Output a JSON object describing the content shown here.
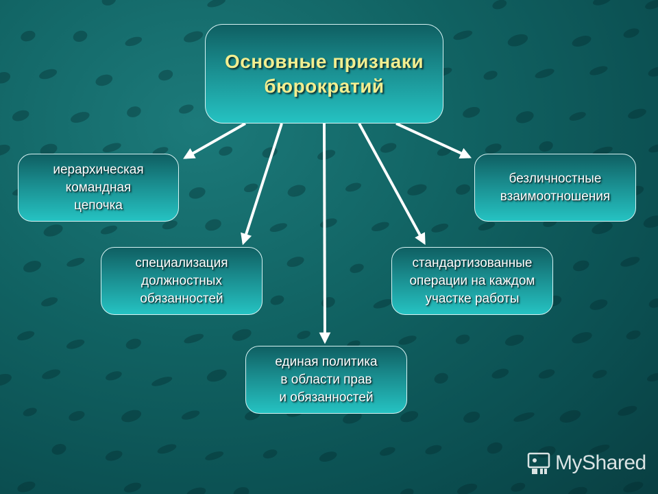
{
  "diagram": {
    "title_lines": [
      "Основные признаки",
      "бюрократий"
    ],
    "nodes": [
      {
        "id": "hierarchy",
        "lines": [
          "иерархическая",
          "командная",
          "цепочка"
        ]
      },
      {
        "id": "impersonal",
        "lines": [
          "безличностные",
          "взаимоотношения"
        ]
      },
      {
        "id": "specialization",
        "lines": [
          "специализация",
          "должностных",
          "обязанностей"
        ]
      },
      {
        "id": "standardized",
        "lines": [
          "стандартизованные",
          "операции на каждом",
          "участке работы"
        ]
      },
      {
        "id": "unified-policy",
        "lines": [
          "единая политика",
          "в области прав",
          "и обязанностей"
        ]
      }
    ],
    "edges": [
      {
        "from": "root",
        "to": "hierarchy"
      },
      {
        "from": "root",
        "to": "specialization"
      },
      {
        "from": "root",
        "to": "unified-policy"
      },
      {
        "from": "root",
        "to": "standardized"
      },
      {
        "from": "root",
        "to": "impersonal"
      }
    ]
  },
  "watermark": {
    "text": "MyShared",
    "icon": "classroom-logo-icon"
  },
  "colors": {
    "title_text": "#f2ee90",
    "node_text": "#ffffff",
    "arrow": "#ffffff"
  }
}
